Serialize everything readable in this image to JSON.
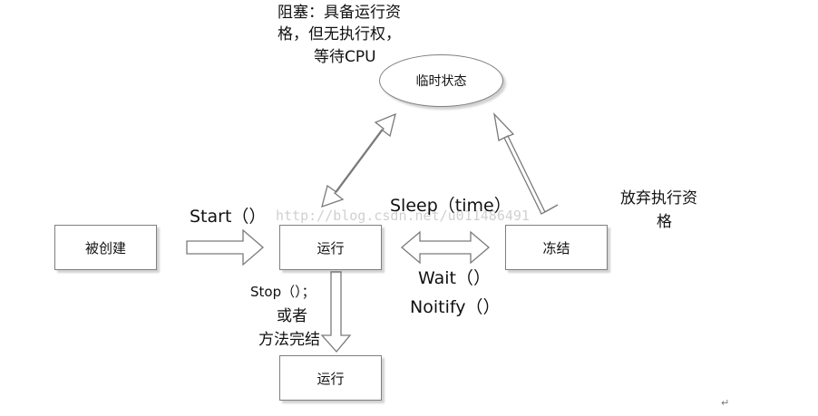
{
  "nodes": {
    "created": "被创建",
    "running": "运行",
    "frozen": "冻结",
    "temporary": "临时状态",
    "running_bottom": "运行"
  },
  "labels": {
    "blocked_line1": "阻塞：具备运行资",
    "blocked_line2": "格，但无执行权，",
    "blocked_line3": "等待CPU",
    "start": "Start（）",
    "sleep": "Sleep（time）",
    "wait": "Wait（）",
    "notify": "Noitify（）",
    "stop": "Stop（）；",
    "or": "或者",
    "method_end": "方法完结",
    "give_up_line1": "放弃执行资",
    "give_up_line2": "格"
  },
  "watermark": "http://blog.csdn.net/u011486491",
  "para_mark": "↵"
}
